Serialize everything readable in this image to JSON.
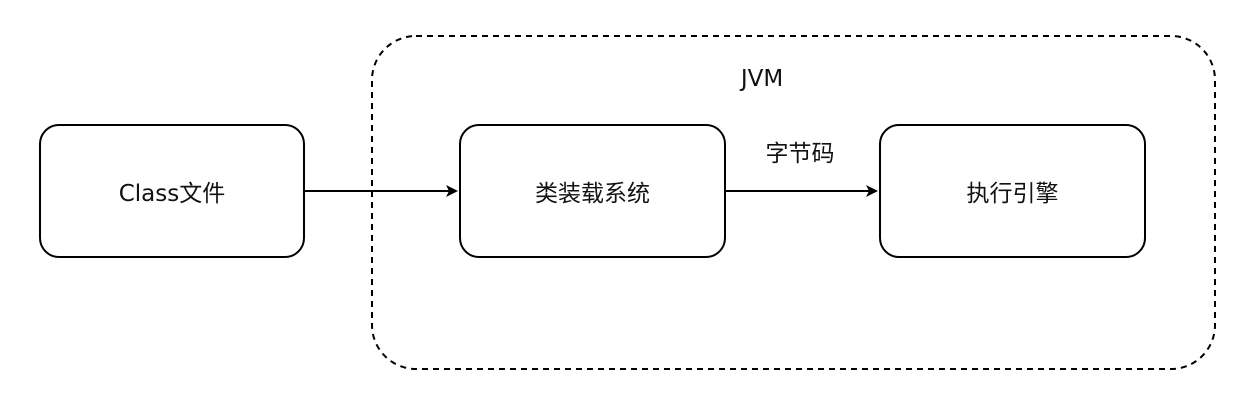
{
  "diagram": {
    "container_label": "JVM",
    "nodes": [
      {
        "id": "class-file",
        "label": "Class文件"
      },
      {
        "id": "class-loader",
        "label": "类装载系统"
      },
      {
        "id": "execution-engine",
        "label": "执行引擎"
      }
    ],
    "edges": [
      {
        "from": "class-file",
        "to": "class-loader",
        "label": ""
      },
      {
        "from": "class-loader",
        "to": "execution-engine",
        "label": "字节码"
      }
    ]
  }
}
